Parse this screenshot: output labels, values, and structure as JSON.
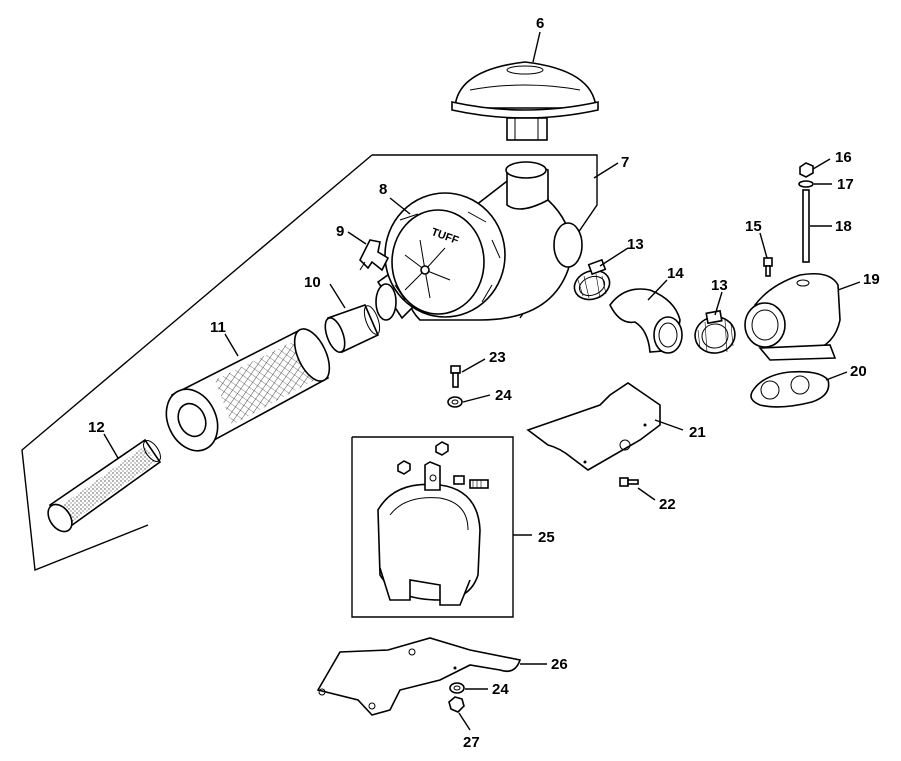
{
  "callouts": {
    "c6": "6",
    "c7": "7",
    "c8": "8",
    "c9": "9",
    "c10": "10",
    "c11": "11",
    "c12": "12",
    "c13a": "13",
    "c13b": "13",
    "c14": "14",
    "c15": "15",
    "c16": "16",
    "c17": "17",
    "c18": "18",
    "c19": "19",
    "c20": "20",
    "c21": "21",
    "c22": "22",
    "c23": "23",
    "c24a": "24",
    "c24b": "24",
    "c25": "25",
    "c26": "26",
    "c27": "27"
  },
  "parts": {
    "cleaner_brand": "TUFF"
  }
}
